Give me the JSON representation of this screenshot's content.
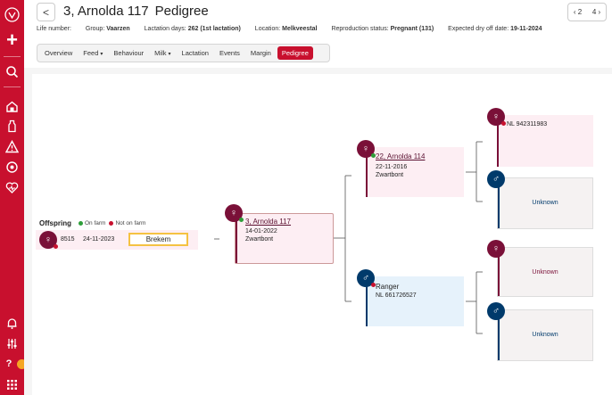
{
  "header": {
    "back_glyph": "<",
    "title": "3, Arnolda 117",
    "subtitle": "Pedigree",
    "pager_prev": "2",
    "pager_next": "4"
  },
  "info": {
    "life_number_label": "Life number:",
    "group_label": "Group:",
    "group_value": "Vaarzen",
    "lactation_label": "Lactation days:",
    "lactation_value": "262 (1st lactation)",
    "location_label": "Location:",
    "location_value": "Melkveestal",
    "repro_label": "Reproduction status:",
    "repro_value": "Pregnant (131)",
    "dry_label": "Expected dry off date:",
    "dry_value": "19-11-2024"
  },
  "tabs": [
    {
      "label": "Overview",
      "caret": ""
    },
    {
      "label": "Feed",
      "caret": "▾"
    },
    {
      "label": "Behaviour",
      "caret": ""
    },
    {
      "label": "Milk",
      "caret": "▾"
    },
    {
      "label": "Lactation",
      "caret": ""
    },
    {
      "label": "Events",
      "caret": ""
    },
    {
      "label": "Margin",
      "caret": ""
    },
    {
      "label": "Pedigree",
      "caret": ""
    }
  ],
  "offspring": {
    "title": "Offspring",
    "legend_on_farm": "On farm",
    "legend_not_on_farm": "Not on farm",
    "number": "8515",
    "date": "24-11-2023",
    "name": "Brekem"
  },
  "subject": {
    "name": "3, Arnolda 117",
    "date": "14-01-2022",
    "breed": "Zwartbont"
  },
  "dam": {
    "name": "22, Arnolda 114",
    "date": "22-11-2016",
    "breed": "Zwartbont"
  },
  "sire": {
    "name": "Ranger",
    "id": "NL 661726527"
  },
  "dam_dam": {
    "id": "NL 942311983"
  },
  "unknown_label": "Unknown",
  "icons": {
    "female": "♀",
    "male": "♂"
  },
  "colors": {
    "brand_red": "#c8102e",
    "female": "#7a1038",
    "male": "#003a6b",
    "on_farm": "#2e9e3a",
    "not_on_farm": "#c8102e",
    "highlight": "#f5c242"
  }
}
